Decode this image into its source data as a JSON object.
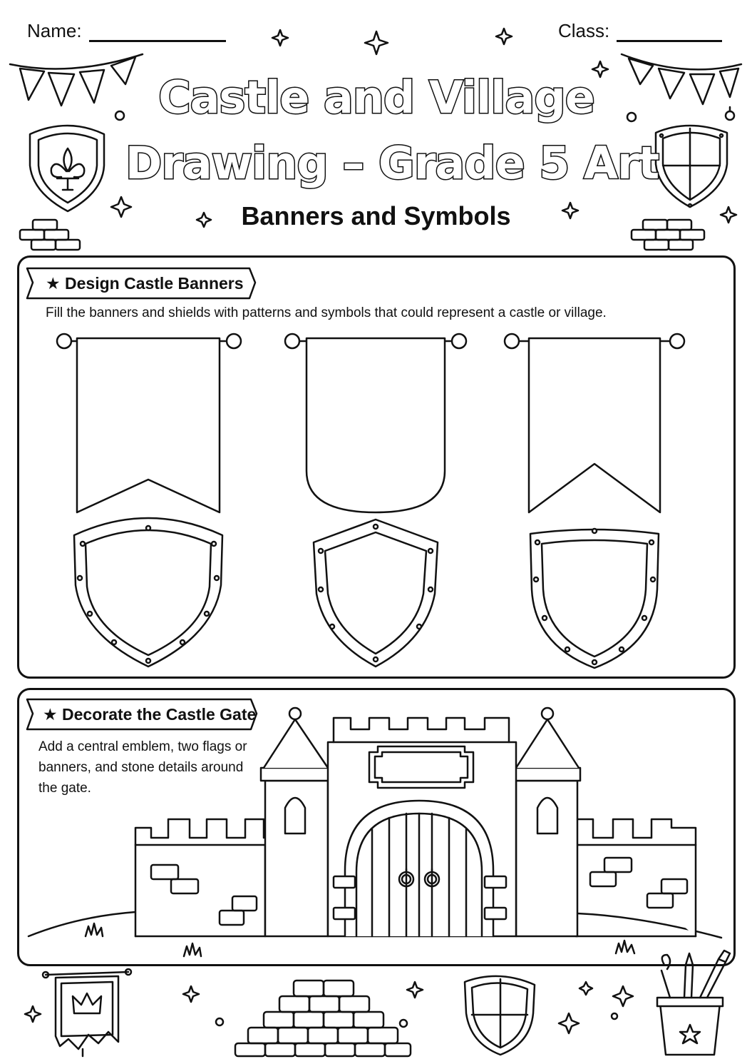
{
  "header": {
    "name_label": "Name:",
    "class_label": "Class:"
  },
  "title": {
    "line1": "Castle and Village",
    "line2": "Drawing – Grade 5 Art",
    "subtitle": "Banners and Symbols"
  },
  "section1": {
    "heading": "★ Design Castle Banners",
    "instruction": "Fill the banners and shields with patterns and symbols that could represent a castle or village."
  },
  "section2": {
    "heading": "★ Decorate the Castle Gate",
    "instruction": "Add a central emblem, two flags or banners, and stone details around the gate."
  }
}
